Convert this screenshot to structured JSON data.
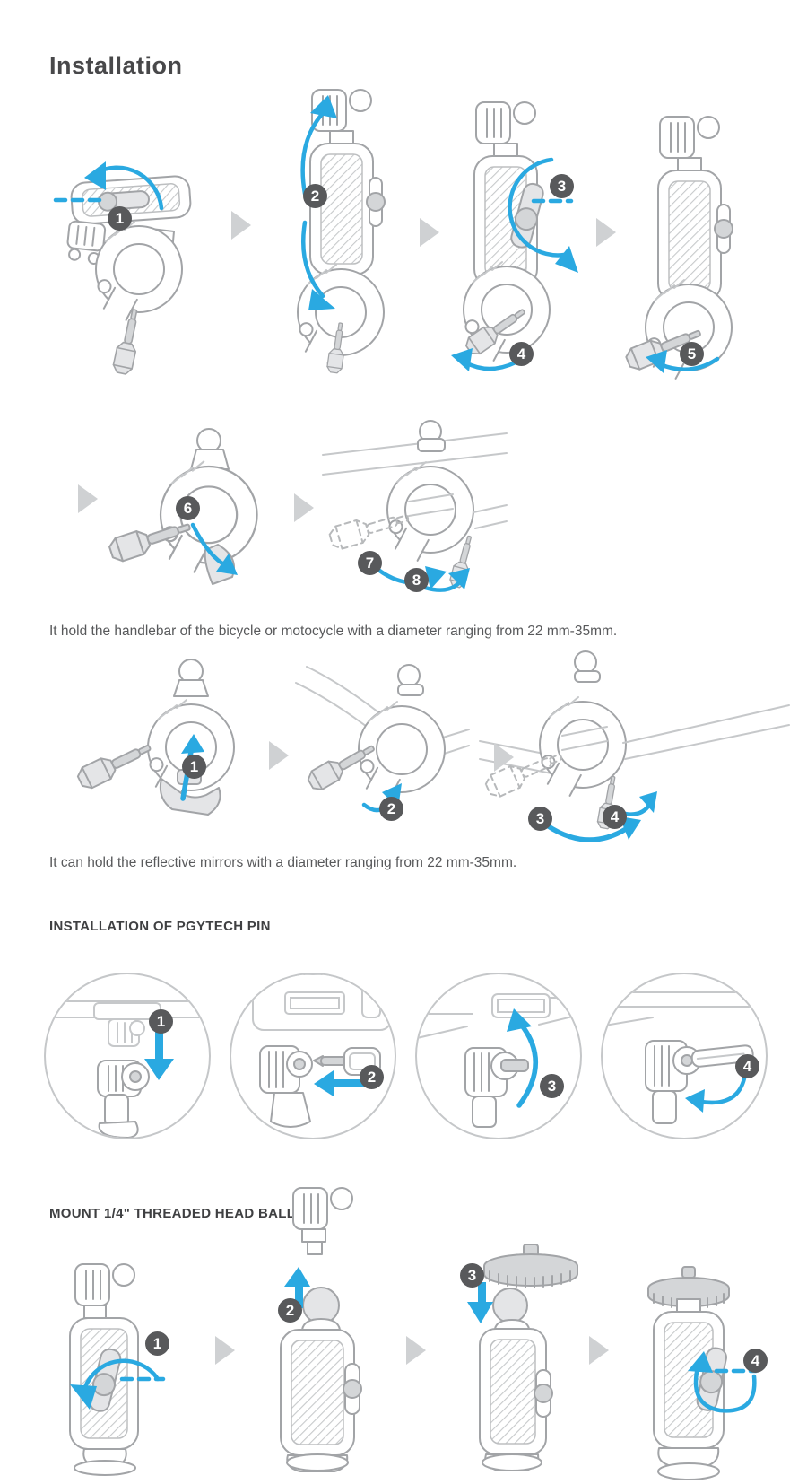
{
  "page": {
    "title": "Installation",
    "captions": {
      "handlebar": "It hold the handlebar of the bicycle or motocycle with a diameter ranging from 22 mm-35mm.",
      "mirror": "It can hold the reflective mirrors with a diameter ranging from 22 mm-35mm."
    },
    "headings": {
      "pin": "INSTALLATION OF PGYTECH PIN",
      "ball": "MOUNT 1/4\" THREADED HEAD BALL"
    },
    "steps": {
      "handlebar": [
        "1",
        "2",
        "3",
        "4",
        "5",
        "6",
        "7",
        "8"
      ],
      "mirror": [
        "1",
        "2",
        "3",
        "4"
      ],
      "pin": [
        "1",
        "2",
        "3",
        "4"
      ],
      "ball": [
        "1",
        "2",
        "3",
        "4"
      ]
    },
    "icons": {
      "separator": "chevron-right"
    },
    "colors": {
      "accent_blue": "#2aa9e1",
      "badge_gray": "#58595b",
      "line_gray": "#a2a4a7",
      "chevron_gray": "#cfd1d3",
      "heading_text": "#3f4042",
      "body_text": "#58595b"
    }
  }
}
